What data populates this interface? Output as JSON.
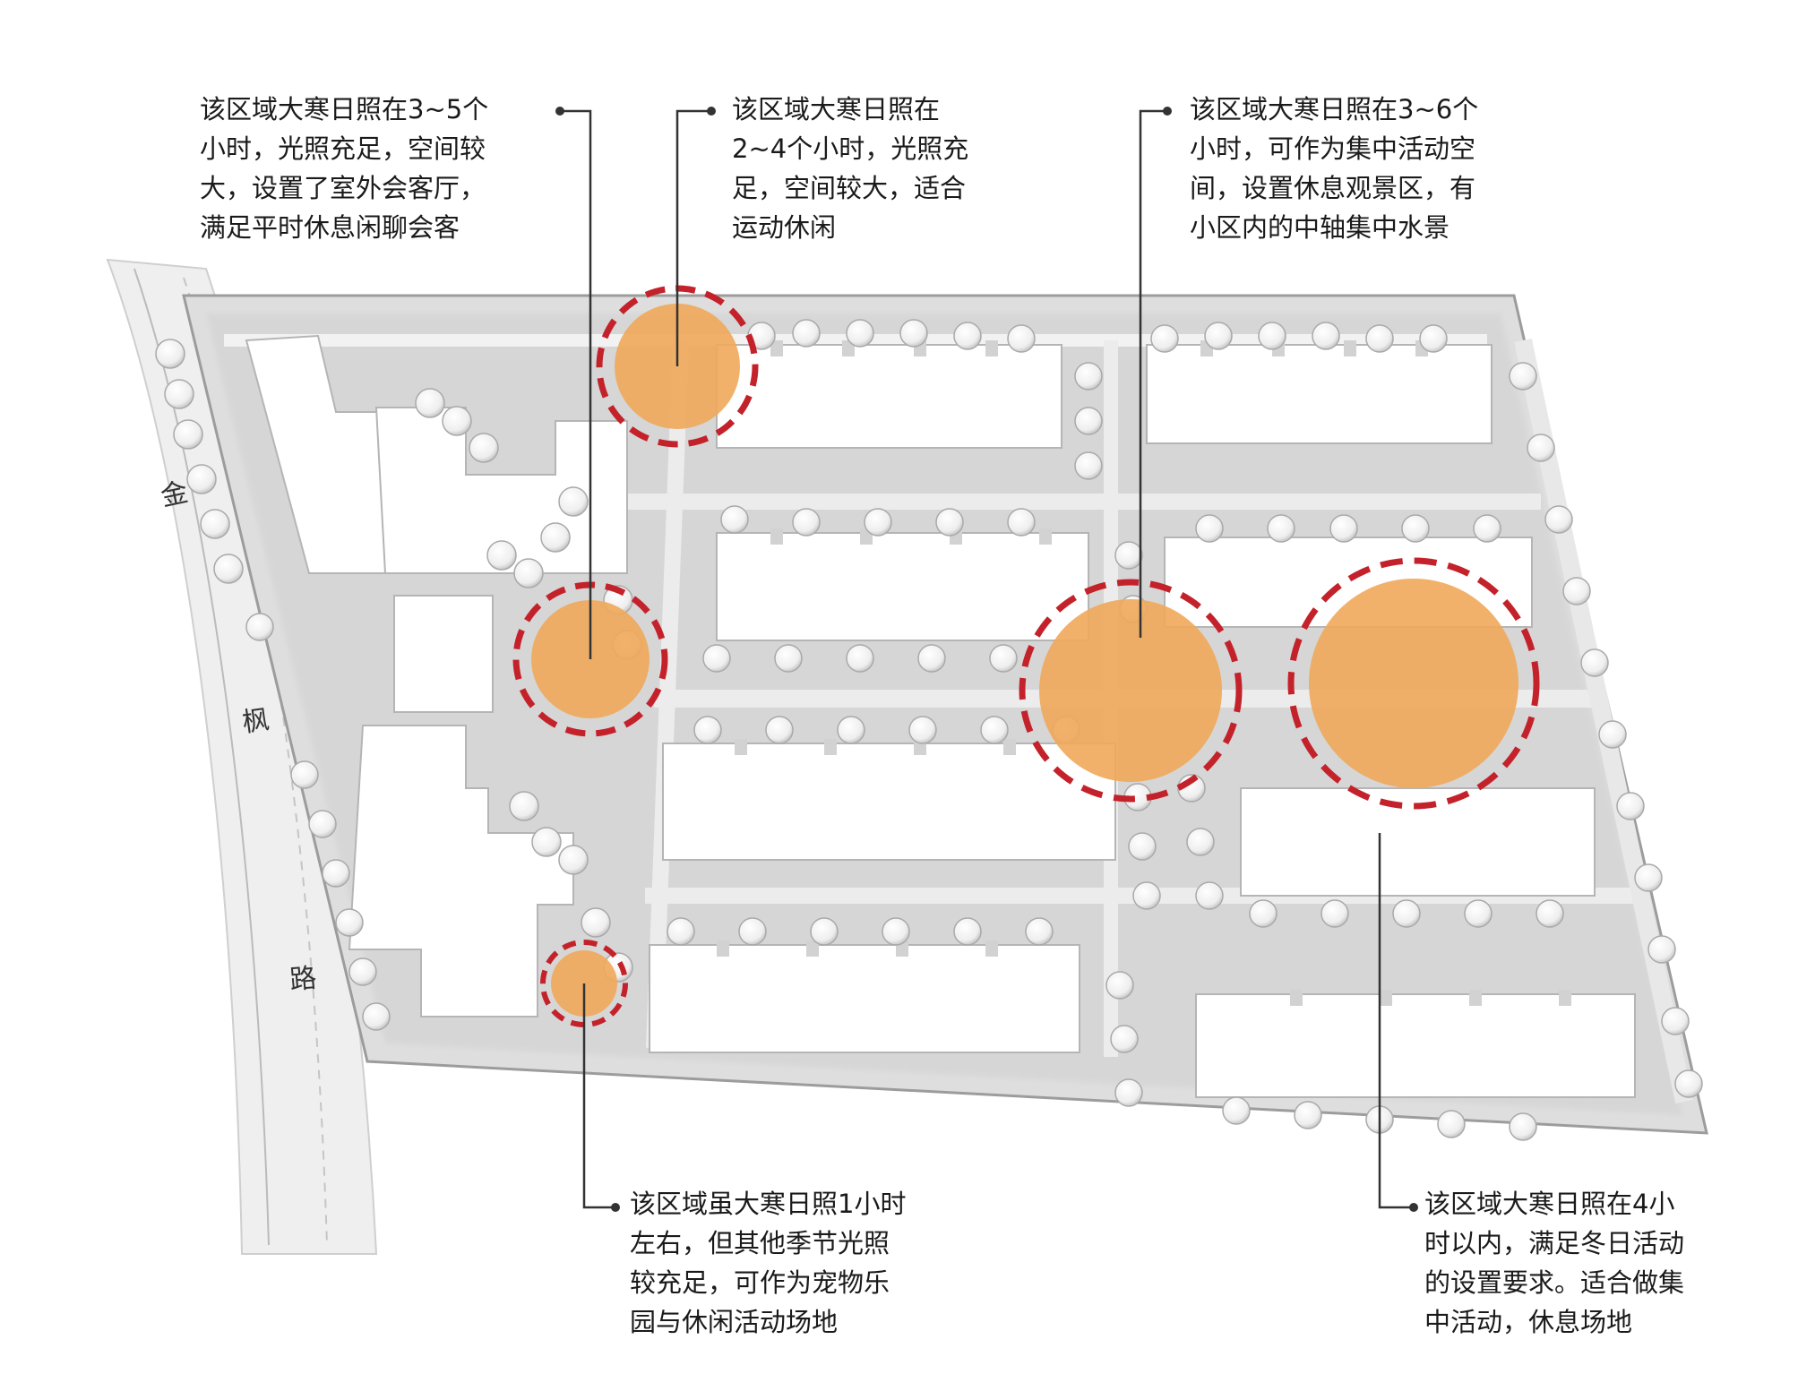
{
  "road_name": [
    "金",
    "枫",
    "路"
  ],
  "colors": {
    "highlight_fill": "#f0a95a",
    "highlight_ring": "#c4222b",
    "leader_line": "#333333",
    "building": "#ffffff",
    "ground": "#d9d9d9"
  },
  "callouts": [
    {
      "id": "area-west-north",
      "text": "该区域大寒日照在3~5个\n小时，光照充足，空间较\n大，设置了室外会客厅，\n满足平时休息闲聊会客"
    },
    {
      "id": "area-north",
      "text": "该区域大寒日照在\n2~4个小时，光照充\n足，空间较大，适合\n运动休闲"
    },
    {
      "id": "area-central",
      "text": "该区域大寒日照在3~6个\n小时，可作为集中活动空\n间，设置休息观景区，有\n小区内的中轴集中水景"
    },
    {
      "id": "area-south-west",
      "text": "该区域虽大寒日照1小时\n左右，但其他季节光照\n较充足，可作为宠物乐\n园与休闲活动场地"
    },
    {
      "id": "area-east",
      "text": "该区域大寒日照在4小\n时以内，满足冬日活动\n的设置要求。适合做集\n中活动，休息场地"
    }
  ]
}
